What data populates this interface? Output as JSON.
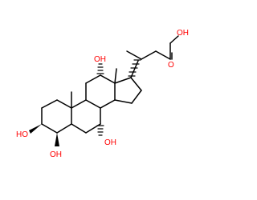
{
  "molecule": {
    "labels": {
      "carboxyl": "OH",
      "carbonyl": "O",
      "oh_12": "OH",
      "oh_7": "OH",
      "oh_4": "OH",
      "oh_3": "HO"
    },
    "colors": {
      "bond": "#000000",
      "heteroatom_oxygen": "#ff0000",
      "background": "#ffffff"
    }
  }
}
